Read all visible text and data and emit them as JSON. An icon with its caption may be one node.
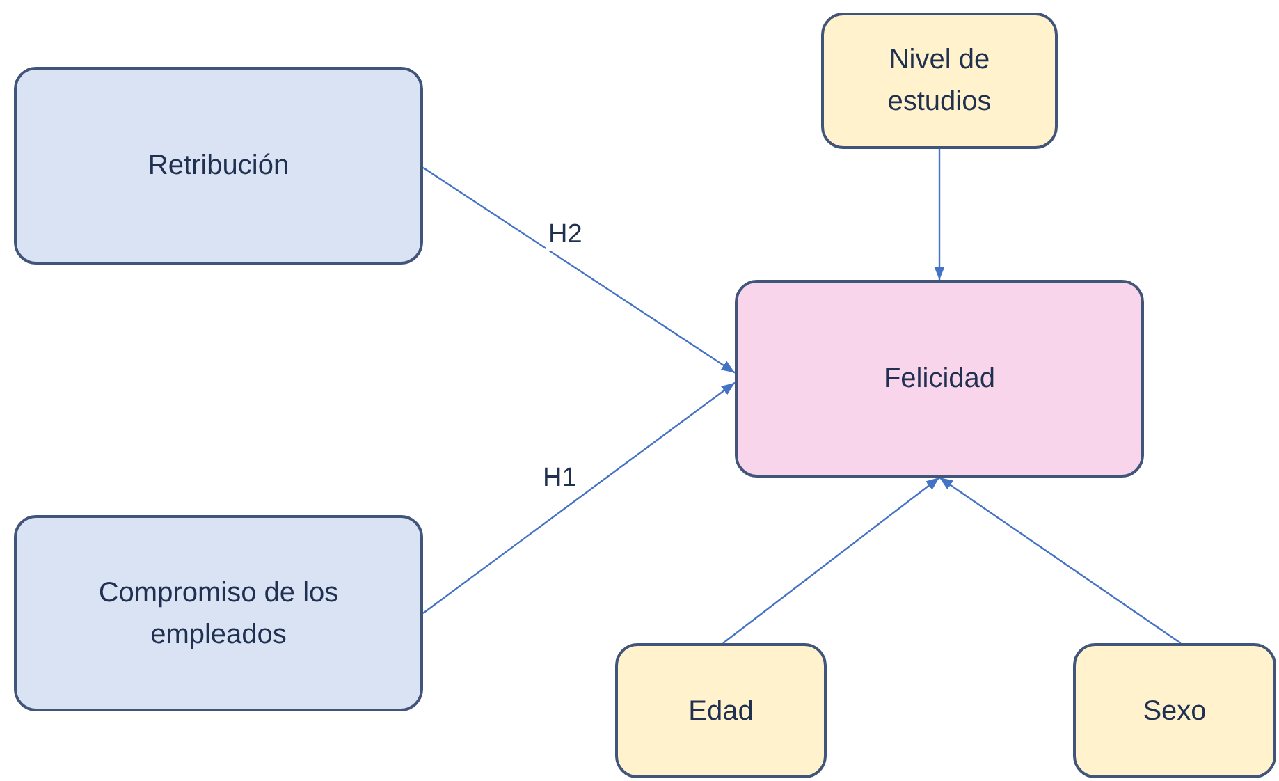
{
  "diagram": {
    "nodes": [
      {
        "text": [
          "Retribución"
        ]
      },
      {
        "text": [
          "Compromiso de los empleados"
        ]
      },
      {
        "text": [
          "Nivel de estudios"
        ]
      },
      {
        "text": [
          "Felicidad"
        ]
      },
      {
        "text": [
          "Edad"
        ]
      },
      {
        "text": [
          "Sexo"
        ]
      }
    ],
    "edges": [
      {
        "from": 0,
        "to": 3,
        "arrow": "to",
        "label": "H2"
      },
      {
        "from": 1,
        "to": 3,
        "arrow": "to",
        "label": "H1"
      },
      {
        "from": 2,
        "to": 3,
        "arrow": "to"
      },
      {
        "from": 4,
        "to": 3,
        "arrow": "to"
      },
      {
        "from": 5,
        "to": 3,
        "arrow": "to"
      }
    ]
  }
}
